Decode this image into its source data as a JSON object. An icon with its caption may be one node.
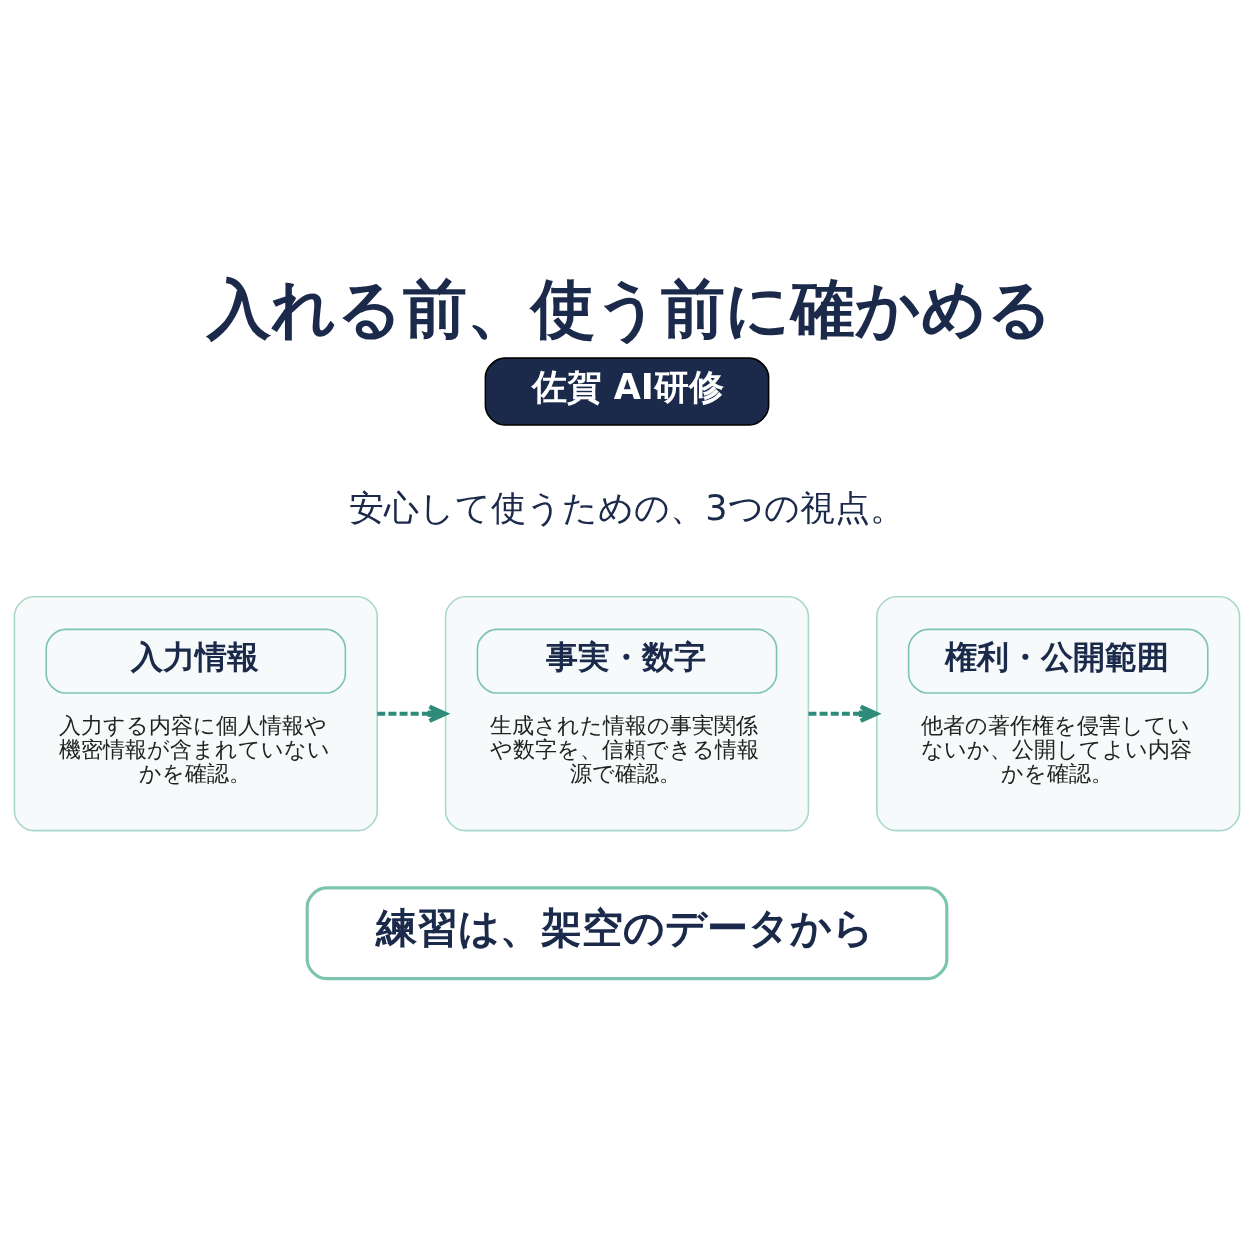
{
  "diagram": {
    "title": "入れる前、使う前に確かめる",
    "nodes": [
      {
        "text": [
          "佐賀 AI研修"
        ]
      },
      {
        "text": [
          "入力情報",
          "入力する内容に個人情報や機密情報が含まれていないかを確認。"
        ]
      },
      {
        "text": [
          "事実・数字",
          "生成された情報の事実関係や数字を、信頼できる情報源で確認。"
        ]
      },
      {
        "text": [
          "権利・公開範囲",
          "他者の著作権を侵害していないか、公開してよい内容かを確認。"
        ]
      },
      {
        "text": [
          "練習は、架空のデータから"
        ]
      }
    ],
    "edges": [
      {
        "from": 1,
        "to": 2,
        "arrow": "to",
        "style": "dashed"
      },
      {
        "from": 2,
        "to": 3,
        "arrow": "to",
        "style": "dashed"
      }
    ],
    "labels": [
      "安心して使うための、3つの視点。"
    ]
  }
}
